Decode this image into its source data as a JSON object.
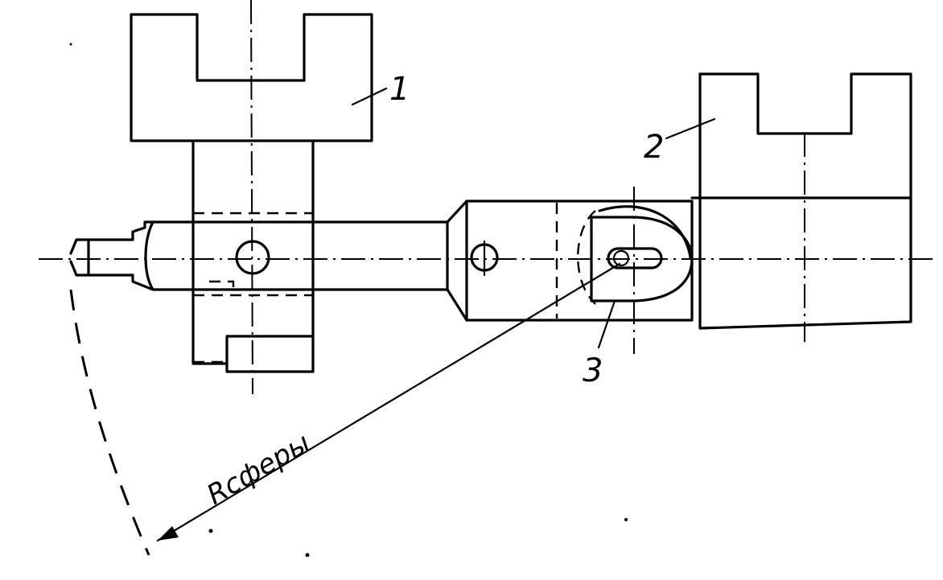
{
  "labels": {
    "part1": "1",
    "part2": "2",
    "part3": "3",
    "radius": "Rсферы"
  },
  "colors": {
    "ink": "#000000",
    "paper": "#ffffff"
  }
}
